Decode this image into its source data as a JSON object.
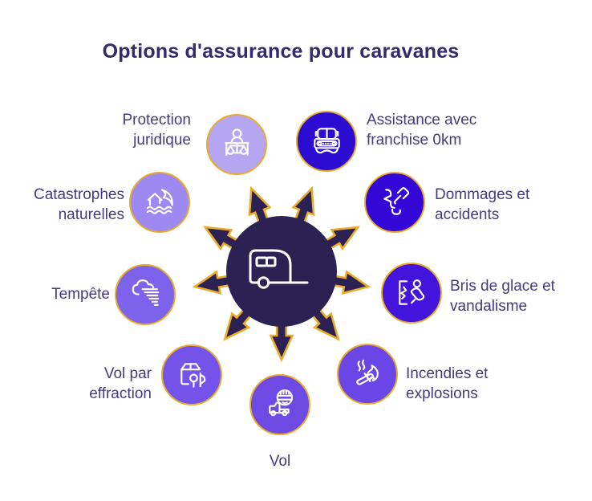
{
  "title": "Options d'assurance pour caravanes",
  "colors": {
    "gold_outline": "#ebac2c",
    "hub_fill": "#2b2153",
    "title_text": "#352a6e",
    "label_text": "#453a80",
    "icon_stroke": "#ffffff",
    "background": "#ffffff"
  },
  "hub": {
    "icon": "caravan-icon",
    "arrow_count": 9
  },
  "items": [
    {
      "id": "protection-juridique",
      "label": "Protection\njuridique",
      "icon": "scales-icon",
      "color": "#b5a6f2"
    },
    {
      "id": "assistance-franchise",
      "label": "Assistance avec\nfranchise 0km",
      "icon": "tow-truck-icon",
      "color": "#2d0cd1"
    },
    {
      "id": "catastrophes-naturelles",
      "label": "Catastrophes\nnaturelles",
      "icon": "house-wave-icon",
      "color": "#9d89f1"
    },
    {
      "id": "dommages-accidents",
      "label": "Dommages et\naccidents",
      "icon": "hammer-icon",
      "color": "#3307d6"
    },
    {
      "id": "tempete",
      "label": "Tempête",
      "icon": "storm-cloud-icon",
      "color": "#7d63ec"
    },
    {
      "id": "bris-glace-vandalisme",
      "label": "Bris de glace et\nvandalisme",
      "icon": "broken-glass-icon",
      "color": "#4315dc"
    },
    {
      "id": "vol-effraction",
      "label": "Vol par\neffraction",
      "icon": "break-in-icon",
      "color": "#7353ea"
    },
    {
      "id": "incendies-explosions",
      "label": "Incendies et\nexplosions",
      "icon": "fire-icon",
      "color": "#6b46e6"
    },
    {
      "id": "vol",
      "label": "Vol",
      "icon": "thief-truck-icon",
      "color": "#6d4ae4"
    }
  ]
}
